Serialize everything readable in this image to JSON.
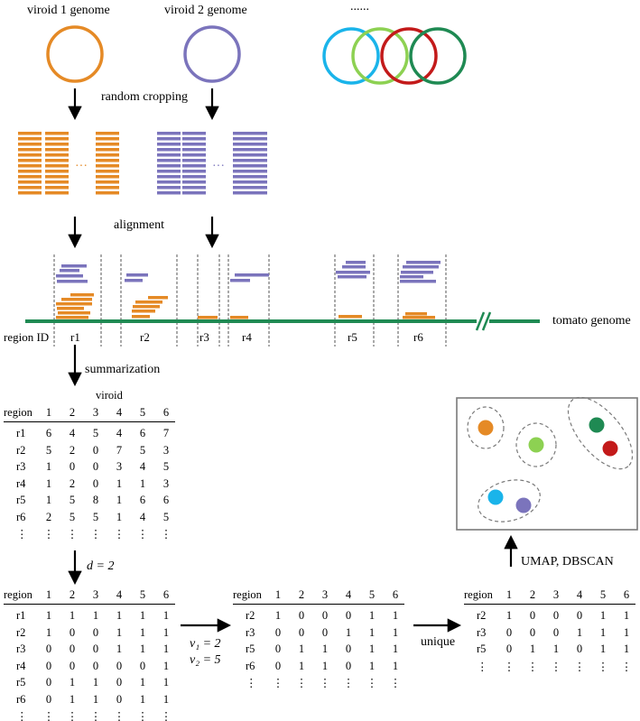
{
  "colors": {
    "orange": "#e58a26",
    "purple": "#7b74bc",
    "green": "#1f8a53",
    "cyan": "#1ab4ea",
    "lightgreen": "#8dd152",
    "red": "#c31a1a",
    "pink": "#e89ba0",
    "gray": "#7a7a7a"
  },
  "labels": {
    "viroid1": "viroid 1 genome",
    "viroid2": "viroid 2 genome",
    "ellipsis": "......",
    "random_cropping": "random cropping",
    "alignment": "alignment",
    "tomato_genome": "tomato genome",
    "region_id": "region ID",
    "summarization": "summarization",
    "d_eq": "d = 2",
    "v1_eq": "v₁ = 2",
    "v2_eq": "v₂ = 5",
    "unique": "unique",
    "umap_dbscan": "UMAP, DBSCAN",
    "viroid_header": "viroid",
    "dots": "⋯",
    "vdots": "⋮"
  },
  "regions": [
    "r1",
    "r2",
    "r3",
    "r4",
    "r5",
    "r6"
  ],
  "table1": {
    "col_header": "region",
    "cols": [
      "1",
      "2",
      "3",
      "4",
      "5",
      "6"
    ],
    "rows": [
      {
        "id": "r1",
        "vals": [
          "6",
          "4",
          "5",
          "4",
          "6",
          "7"
        ]
      },
      {
        "id": "r2",
        "vals": [
          "5",
          "2",
          "0",
          "7",
          "5",
          "3"
        ]
      },
      {
        "id": "r3",
        "vals": [
          "1",
          "0",
          "0",
          "3",
          "4",
          "5"
        ]
      },
      {
        "id": "r4",
        "vals": [
          "1",
          "2",
          "0",
          "1",
          "1",
          "3"
        ]
      },
      {
        "id": "r5",
        "vals": [
          "1",
          "5",
          "8",
          "1",
          "6",
          "6"
        ]
      },
      {
        "id": "r6",
        "vals": [
          "2",
          "5",
          "5",
          "1",
          "4",
          "5"
        ]
      },
      {
        "id": "⋮",
        "vals": [
          "⋮",
          "⋮",
          "⋮",
          "⋮",
          "⋮",
          "⋮"
        ]
      }
    ]
  },
  "table2": {
    "col_header": "region",
    "cols": [
      "1",
      "2",
      "3",
      "4",
      "5",
      "6"
    ],
    "rows": [
      {
        "id": "r1",
        "vals": [
          "1",
          "1",
          "1",
          "1",
          "1",
          "1"
        ]
      },
      {
        "id": "r2",
        "vals": [
          "1",
          "0",
          "0",
          "1",
          "1",
          "1"
        ]
      },
      {
        "id": "r3",
        "vals": [
          "0",
          "0",
          "0",
          "1",
          "1",
          "1"
        ]
      },
      {
        "id": "r4",
        "vals": [
          "0",
          "0",
          "0",
          "0",
          "0",
          "1"
        ]
      },
      {
        "id": "r5",
        "vals": [
          "0",
          "1",
          "1",
          "0",
          "1",
          "1"
        ]
      },
      {
        "id": "r6",
        "vals": [
          "0",
          "1",
          "1",
          "0",
          "1",
          "1"
        ]
      },
      {
        "id": "⋮",
        "vals": [
          "⋮",
          "⋮",
          "⋮",
          "⋮",
          "⋮",
          "⋮"
        ]
      }
    ]
  },
  "table3": {
    "col_header": "region",
    "cols": [
      "1",
      "2",
      "3",
      "4",
      "5",
      "6"
    ],
    "rows": [
      {
        "id": "r2",
        "vals": [
          "1",
          "0",
          "0",
          "0",
          "1",
          "1"
        ]
      },
      {
        "id": "r3",
        "vals": [
          "0",
          "0",
          "0",
          "1",
          "1",
          "1"
        ]
      },
      {
        "id": "r5",
        "vals": [
          "0",
          "1",
          "1",
          "0",
          "1",
          "1"
        ]
      },
      {
        "id": "r6",
        "vals": [
          "0",
          "1",
          "1",
          "0",
          "1",
          "1"
        ]
      },
      {
        "id": "⋮",
        "vals": [
          "⋮",
          "⋮",
          "⋮",
          "⋮",
          "⋮",
          "⋮"
        ]
      }
    ]
  },
  "table4": {
    "col_header": "region",
    "cols": [
      "1",
      "2",
      "3",
      "4",
      "5",
      "6"
    ],
    "rows": [
      {
        "id": "r2",
        "vals": [
          "1",
          "0",
          "0",
          "0",
          "1",
          "1"
        ]
      },
      {
        "id": "r3",
        "vals": [
          "0",
          "0",
          "0",
          "1",
          "1",
          "1"
        ]
      },
      {
        "id": "r5",
        "vals": [
          "0",
          "1",
          "1",
          "0",
          "1",
          "1"
        ]
      },
      {
        "id": "⋮",
        "vals": [
          "⋮",
          "⋮",
          "⋮",
          "⋮",
          "⋮",
          "⋮"
        ]
      }
    ]
  }
}
